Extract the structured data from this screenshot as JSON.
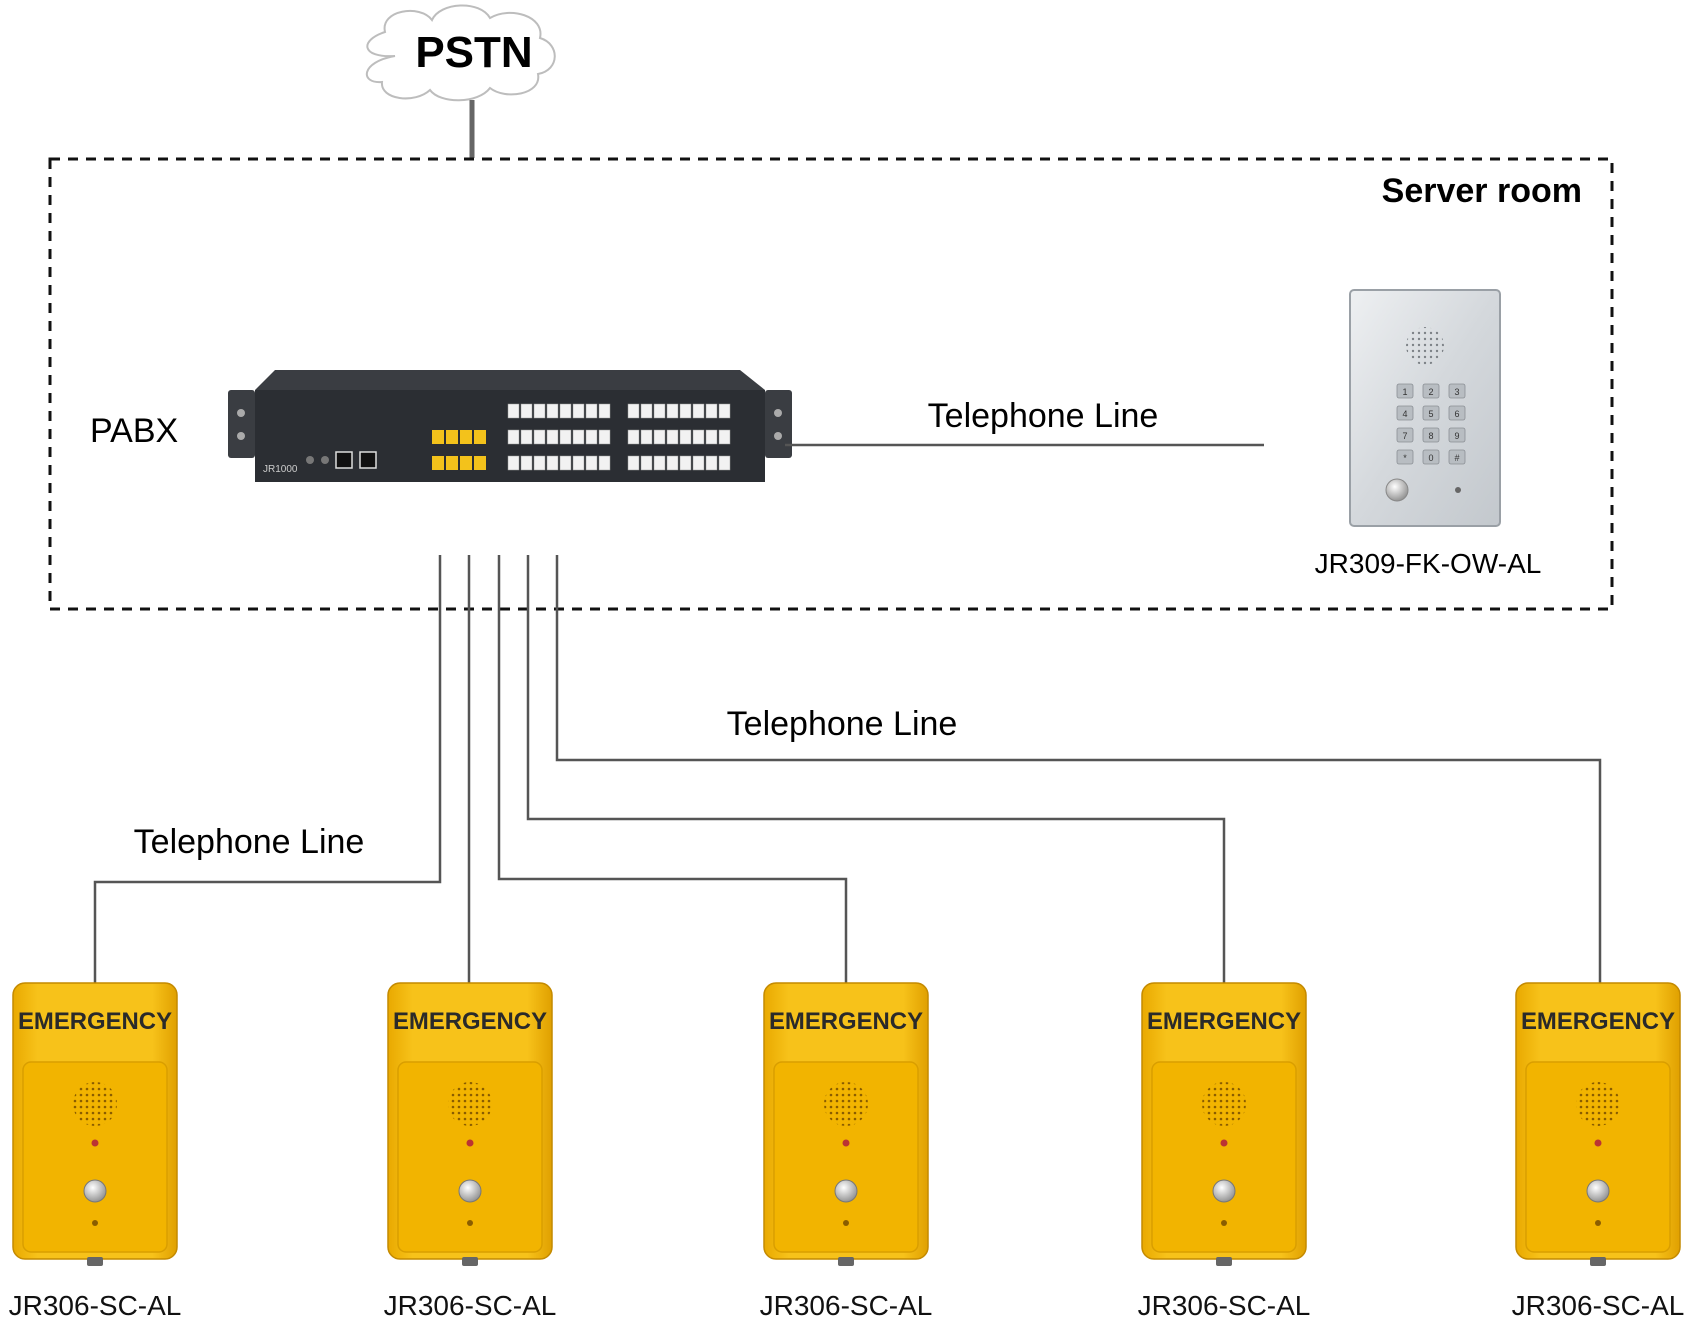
{
  "cloud": {
    "label": "PSTN"
  },
  "server_room": {
    "label": "Server room"
  },
  "pabx": {
    "label": "PABX",
    "model_text": "JR1000"
  },
  "keypad_phone": {
    "model": "JR309-FK-OW-AL",
    "keys": [
      "1",
      "2",
      "3",
      "4",
      "5",
      "6",
      "7",
      "8",
      "9",
      "*",
      "0",
      "#"
    ]
  },
  "line_labels": [
    "Telephone Line",
    "Telephone Line",
    "Telephone Line"
  ],
  "emergency_phones": [
    {
      "label": "EMERGENCY",
      "model": "JR306-SC-AL"
    },
    {
      "label": "EMERGENCY",
      "model": "JR306-SC-AL"
    },
    {
      "label": "EMERGENCY",
      "model": "JR306-SC-AL"
    },
    {
      "label": "EMERGENCY",
      "model": "JR306-SC-AL"
    },
    {
      "label": "EMERGENCY",
      "model": "JR306-SC-AL"
    }
  ],
  "colors": {
    "line": "#555555",
    "emergency_yellow": "#f5b800",
    "pabx_body": "#2b2e33",
    "port_yellow": "#f3c21b",
    "keypad_panel": "#dcdfe2"
  }
}
